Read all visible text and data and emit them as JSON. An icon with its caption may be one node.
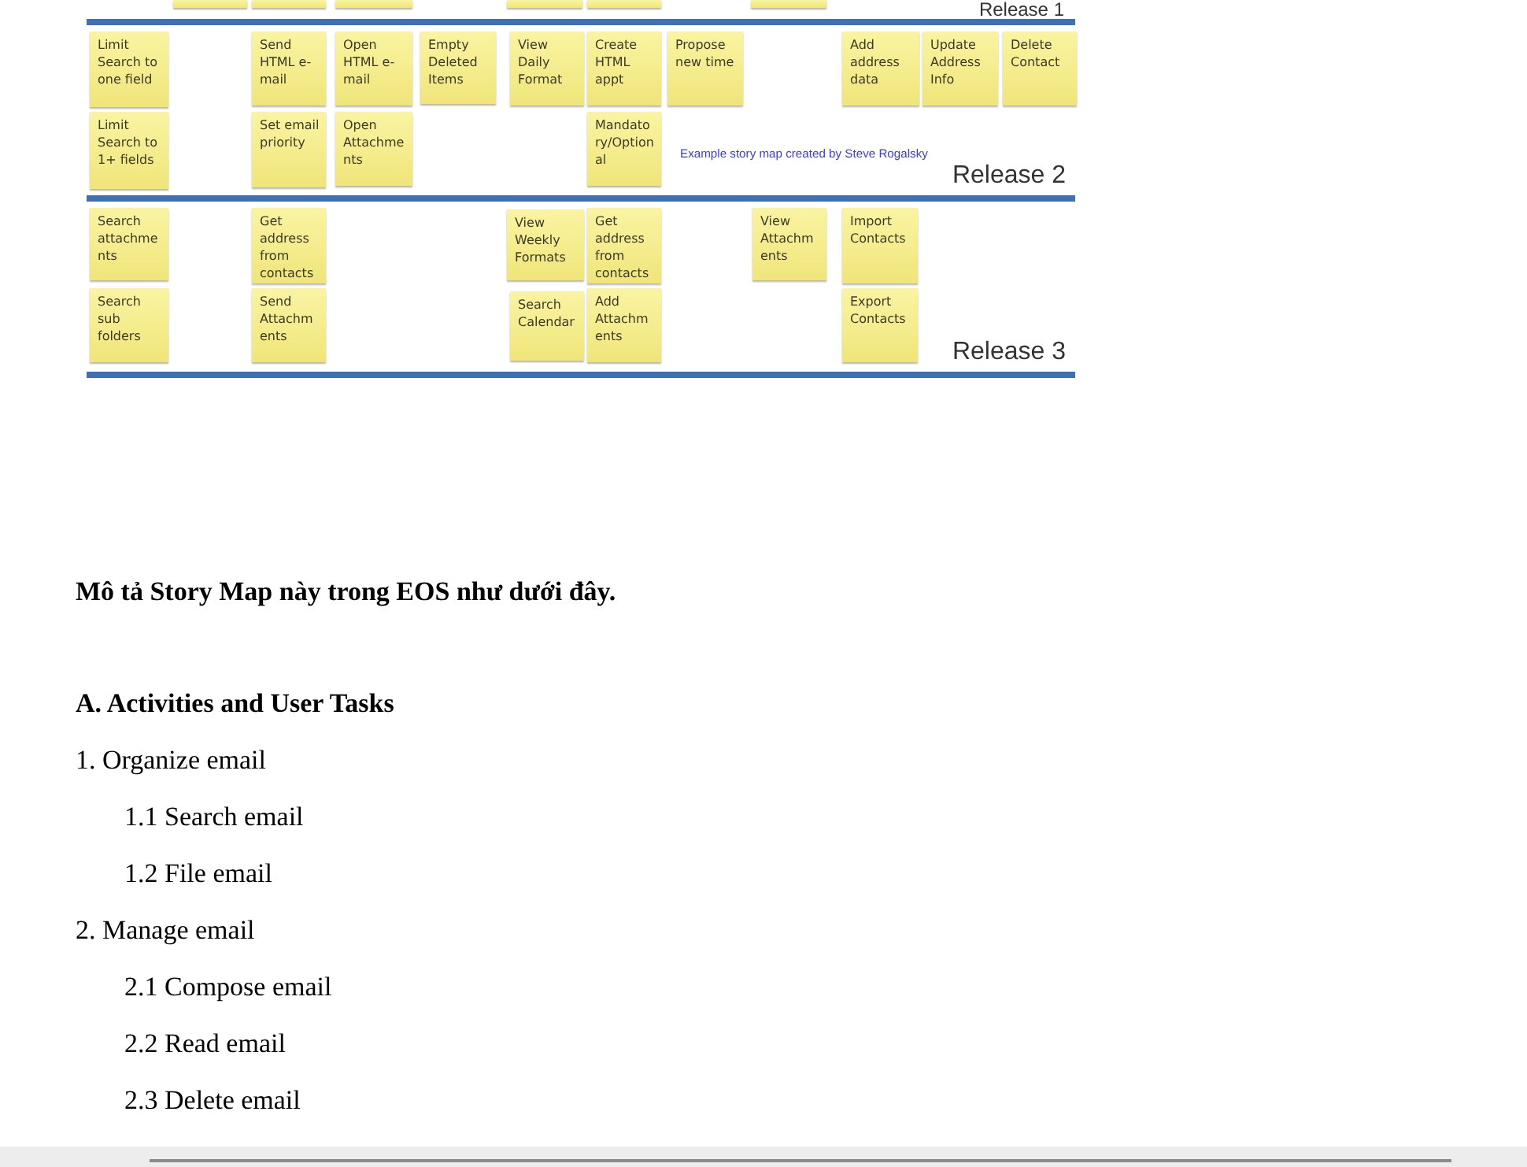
{
  "diagram": {
    "nodes": [
      {
        "text": [],
        "shape": "box"
      },
      {
        "text": [],
        "shape": "box"
      },
      {
        "text": [],
        "shape": "box"
      },
      {
        "text": [],
        "shape": "box"
      },
      {
        "text": [],
        "shape": "box"
      },
      {
        "text": [],
        "shape": "box"
      },
      {
        "text": [
          "Limit Search to one field"
        ]
      },
      {
        "text": [
          "Send HTML e-mail"
        ]
      },
      {
        "text": [
          "Open HTML e-mail"
        ]
      },
      {
        "text": [
          "Empty Deleted Items"
        ]
      },
      {
        "text": [
          "View Daily Format"
        ]
      },
      {
        "text": [
          "Create HTML appt"
        ]
      },
      {
        "text": [
          "Propose new time"
        ]
      },
      {
        "text": [
          "Add address data"
        ]
      },
      {
        "text": [
          "Update Address Info"
        ]
      },
      {
        "text": [
          "Delete Contact"
        ]
      },
      {
        "text": [
          "Limit Search to 1+ fields"
        ]
      },
      {
        "text": [
          "Set email priority"
        ]
      },
      {
        "text": [
          "Open Attachments"
        ]
      },
      {
        "text": [
          "Mandatory/Optional"
        ]
      },
      {
        "text": [
          "Search attachments"
        ]
      },
      {
        "text": [
          "Get address from contacts"
        ]
      },
      {
        "text": [
          "View Weekly Formats"
        ]
      },
      {
        "text": [
          "Get address from contacts"
        ]
      },
      {
        "text": [
          "View Attachments"
        ]
      },
      {
        "text": [
          "Import Contacts"
        ]
      },
      {
        "text": [
          "Search sub folders"
        ]
      },
      {
        "text": [
          "Send Attachments"
        ]
      },
      {
        "text": [
          "Search Calendar"
        ]
      },
      {
        "text": [
          "Add Attachments"
        ]
      },
      {
        "text": [
          "Export Contacts"
        ]
      }
    ],
    "labels": [
      "Release 1",
      "Example story map created by Steve Rogalsky",
      "Release 2",
      "Release 3",
      "Mô tả Story Map này trong EOS như dưới đây.",
      "A. Activities and User Tasks",
      "1. Organize email",
      "1.1 Search email",
      "1.2 File email",
      "2. Manage email",
      "2.1 Compose email",
      "2.2 Read email",
      "2.3 Delete email"
    ]
  }
}
